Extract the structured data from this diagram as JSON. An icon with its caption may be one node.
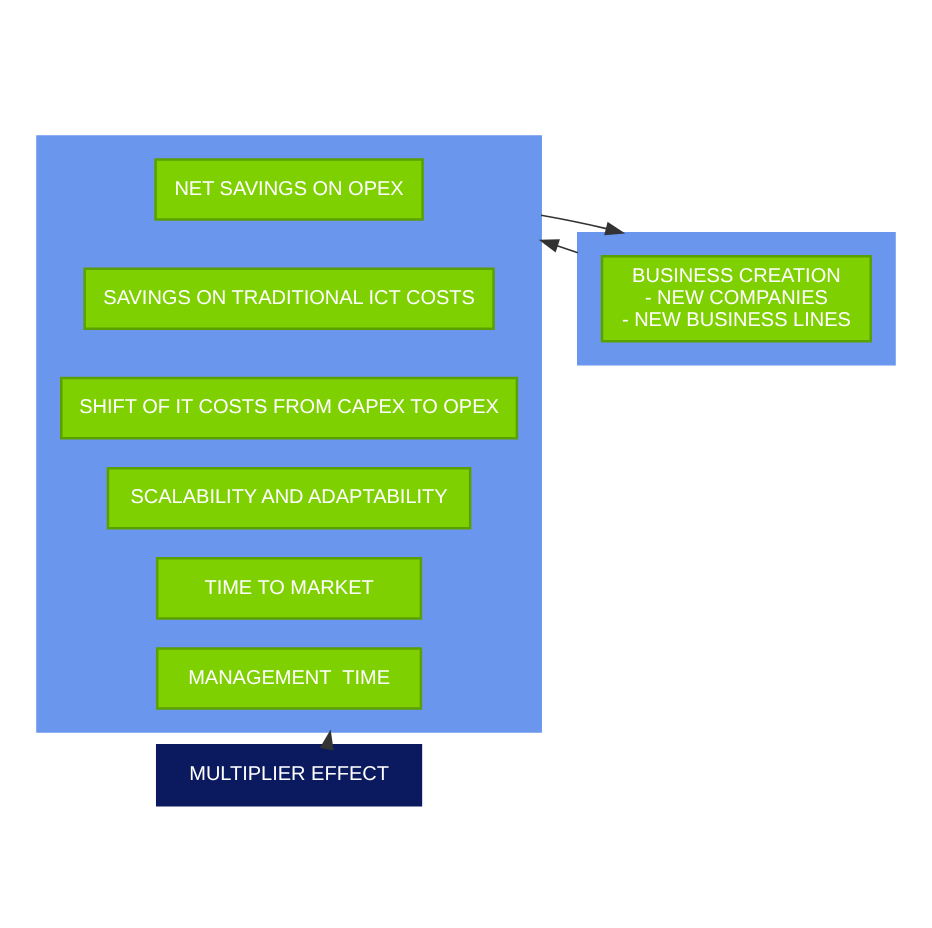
{
  "diagram": {
    "nodes": [
      {
        "text": [],
        "shape": "box"
      },
      {
        "text": [
          "NET SAVINGS ON OPEX"
        ],
        "in": 0
      },
      {
        "text": [
          "SAVINGS ON TRADITIONAL ICT COSTS"
        ],
        "in": 0
      },
      {
        "text": [
          "SHIFT OF IT COSTS FROM CAPEX TO OPEX"
        ],
        "in": 0
      },
      {
        "text": [
          "SCALABILITY AND ADAPTABILITY"
        ],
        "in": 0
      },
      {
        "text": [
          "TIME TO MARKET"
        ],
        "in": 0
      },
      {
        "text": [
          "MANAGEMENT  TIME"
        ],
        "in": 0
      },
      {
        "text": [],
        "shape": "box"
      },
      {
        "text": [
          "BUSINESS CREATION",
          "- NEW COMPANIES",
          "- NEW BUSINESS LINES"
        ],
        "in": 7
      },
      {
        "text": [
          "MULTIPLIER EFFECT"
        ]
      }
    ],
    "edges": [
      {
        "from": 0,
        "to": 7,
        "arrow": "to"
      },
      {
        "from": 7,
        "to": 0,
        "arrow": "to"
      },
      {
        "from": 9,
        "to": 0,
        "arrow": "to"
      }
    ]
  }
}
